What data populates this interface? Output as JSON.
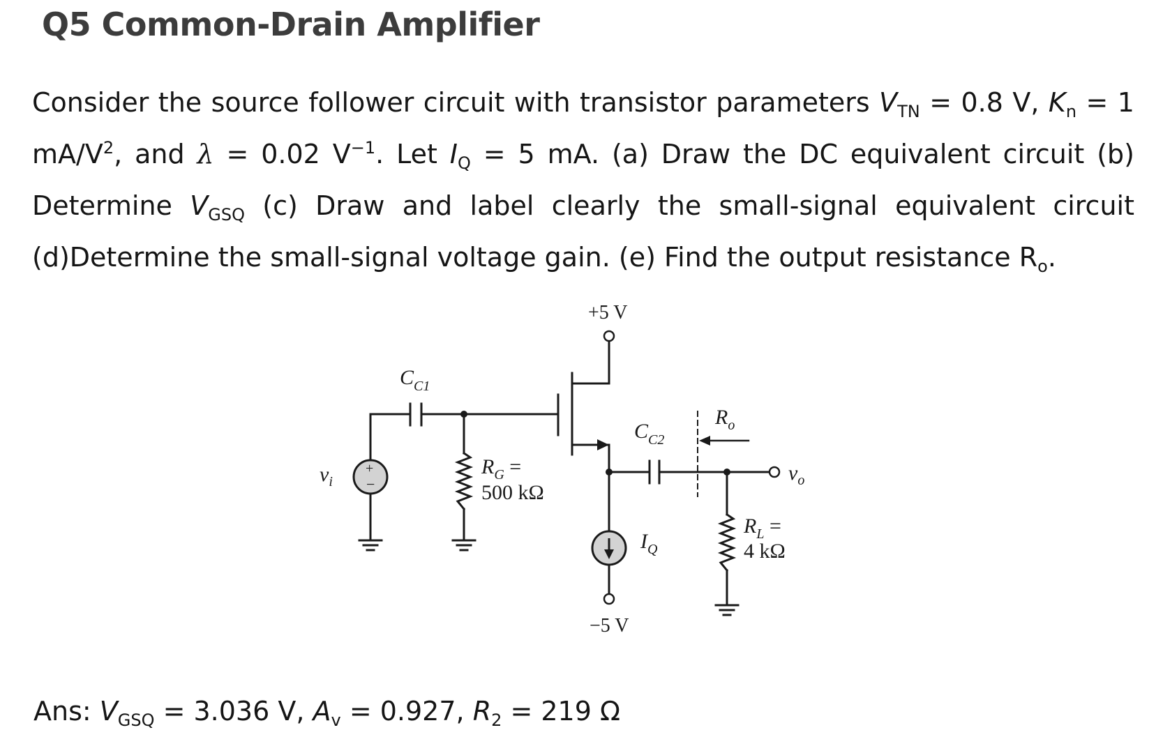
{
  "heading": "Q5 Common-Drain Amplifier",
  "problem": {
    "t1": "Consider the source follower circuit with transistor parameters ",
    "vtn_sym": "V",
    "vtn_sub": "TN",
    "t2": " = 0.8 V, ",
    "kn_sym": "K",
    "kn_sub": "n",
    "t3": " = 1 mA/V",
    "t3_sup": "2",
    "t4": ", and ",
    "lambda_sym": "λ",
    "t5": " = 0.02 V",
    "t5_sup": "−1",
    "t6": ". Let ",
    "iq_sym": "I",
    "iq_sub": "Q",
    "t7": " = 5 mA. (a) Draw the DC equivalent circuit (b) Determine ",
    "vgsq_sym": "V",
    "vgsq_sub": "GSQ",
    "t8": " (c) Draw and label clearly the small-signal equivalent circuit (d)Determine the small-signal voltage gain. (e) Find the output resistance R",
    "ro_sub": "o",
    "t9": "."
  },
  "circuit": {
    "vdd": "+5 V",
    "vss": "−5 V",
    "cc1_sym": "C",
    "cc1_sub": "C1",
    "cc2_sym": "C",
    "cc2_sub": "C2",
    "rg_sym": "R",
    "rg_sub": "G",
    "rg_eq": " =",
    "rg_val": "500 kΩ",
    "rl_sym": "R",
    "rl_sub": "L",
    "rl_eq": " =",
    "rl_val": "4 kΩ",
    "vi_sym": "v",
    "vi_sub": "i",
    "vo_sym": "v",
    "vo_sub": "o",
    "ro_sym": "R",
    "ro_sub": "o",
    "iq_sym": "I",
    "iq_sub": "Q",
    "plus": "+",
    "minus": "−"
  },
  "answer": {
    "prefix": "Ans: ",
    "vgsq_sym": "V",
    "vgsq_sub": "GSQ",
    "vgsq_val": " = 3.036 V, ",
    "av_sym": "A",
    "av_sub": "v",
    "av_val": " = 0.927, ",
    "r2_sym": "R",
    "r2_sub": "2",
    "r2_val": " = 219 Ω"
  },
  "colors": {
    "heading": "#3c3c3c",
    "text": "#151515",
    "source_fill": "#d3d3d3"
  }
}
